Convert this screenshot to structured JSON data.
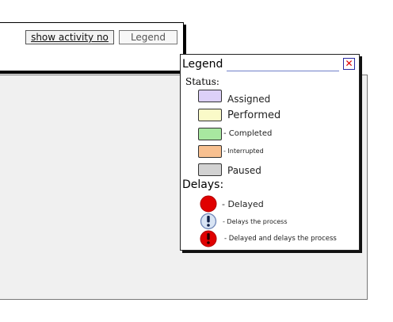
{
  "toolbar": {
    "show_activity_label": "show activity no",
    "legend_button_label": "Legend"
  },
  "legend": {
    "title": "Legend",
    "close_symbol": "✕",
    "status_heading": "Status:",
    "statuses": [
      {
        "label": "Assigned",
        "color": "#dcd0f8"
      },
      {
        "label": "Performed",
        "color": "#fafac8"
      },
      {
        "label": "- Completed",
        "color": "#a8e8a0"
      },
      {
        "label": "- Interrupted",
        "color": "#f8c090"
      },
      {
        "label": "Paused",
        "color": "#d2d2d2"
      }
    ],
    "delays_heading": "Delays:",
    "delays": [
      {
        "label": "- Delayed",
        "icon": "red-circle-icon"
      },
      {
        "label": "- Delays the process",
        "icon": "blue-exclamation-icon"
      },
      {
        "label": "- Delayed and delays the process",
        "icon": "red-exclamation-icon"
      }
    ]
  },
  "colors": {
    "delayed_red": "#e00000",
    "info_blue": "#d8e4f4",
    "close_red": "#e00000"
  }
}
